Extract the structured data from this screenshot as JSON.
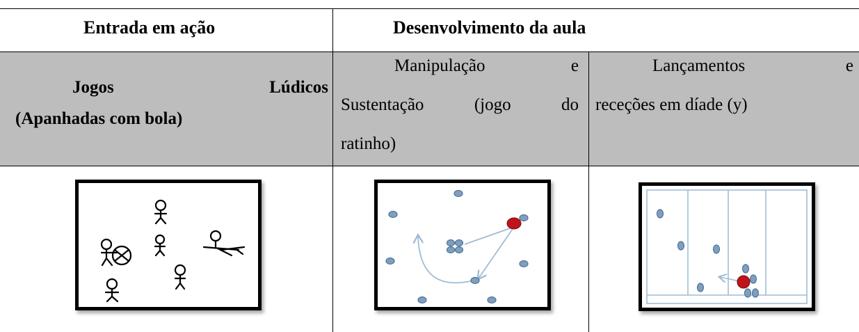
{
  "header": {
    "col1": "Entrada em ação",
    "col2": "Desenvolvimento da aula"
  },
  "row2": {
    "col1_word1": "Jogos",
    "col1_word2": "Lúdicos",
    "col1_line2": "(Apanhadas com bola)",
    "col2_line1_word1": "Manipulação",
    "col2_line1_word2": "e",
    "col2_line2_word1": "Sustentação",
    "col2_line2_word2": "(jogo",
    "col2_line2_word3": "do",
    "col2_line3": "ratinho)",
    "col3_line1_word1": "Lançamentos",
    "col3_line1_word2": "e",
    "col3_line2": "receções em díade (y)"
  },
  "colors": {
    "shade": "#bdbdbd",
    "player": "#7f9fbf",
    "player_outline": "#4f7396",
    "ball": "#c0141b",
    "arrow": "#9fbcd6"
  },
  "diagrams": {
    "d1": "stick-figures-tag-game",
    "d2": "ball-manipulation-circle-diagram",
    "d3": "throwing-pairs-court-diagram"
  }
}
